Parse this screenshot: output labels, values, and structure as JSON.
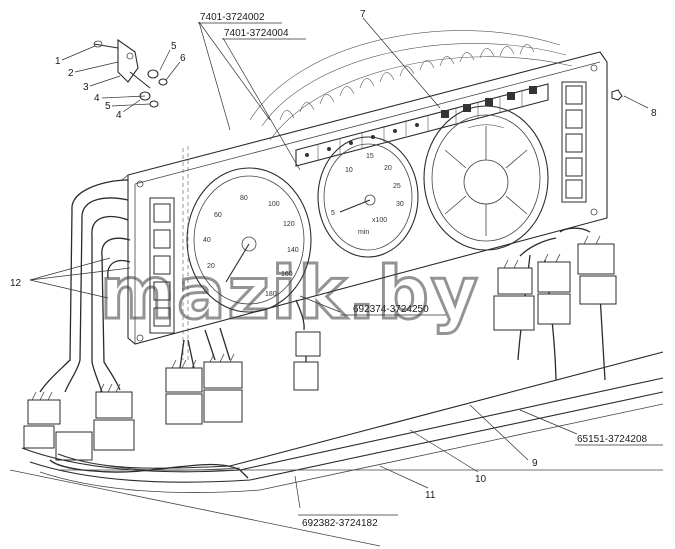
{
  "parts": {
    "p1": "1",
    "p2": "2",
    "p3": "3",
    "p4a": "4",
    "p4b": "4",
    "p5a": "5",
    "p5b": "5",
    "p6": "6",
    "p7": "7",
    "p8": "8",
    "p9": "9",
    "p10": "10",
    "p11": "11",
    "p12": "12"
  },
  "codes": {
    "c1": "7401-3724002",
    "c2": "7401-3724004",
    "c3": "692374-3724250",
    "c4": "65151-3724208",
    "c5": "692382-3724182"
  },
  "gauges": {
    "speedo": [
      "20",
      "40",
      "60",
      "80",
      "100",
      "120",
      "140",
      "160",
      "180"
    ],
    "tacho": [
      "5",
      "10",
      "15",
      "20",
      "25",
      "30"
    ],
    "tacho_unit": "min",
    "tacho_scale": "x100"
  },
  "watermark": "mazik.by"
}
